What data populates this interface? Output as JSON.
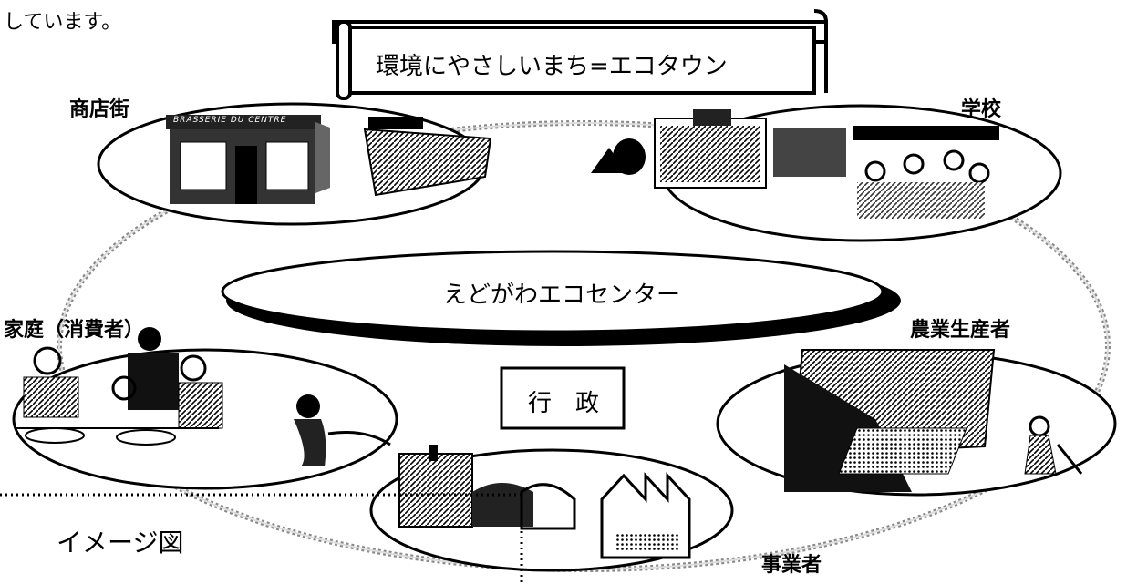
{
  "intro_fragment": "しています。",
  "banner": {
    "title": "環境にやさしいまち=エコタウン"
  },
  "center": {
    "label": "えどがわエコセンター"
  },
  "admin": {
    "label": "行　政"
  },
  "nodes": {
    "shopping": {
      "label": "商店街",
      "shop_sign": "BRASSERIE DU CENTRE"
    },
    "school": {
      "label": "学校"
    },
    "household": {
      "label": "家庭（消費者）"
    },
    "farmer": {
      "label": "農業生産者"
    },
    "business": {
      "label": "事業者"
    }
  },
  "legend": {
    "label": "イメージ図"
  }
}
